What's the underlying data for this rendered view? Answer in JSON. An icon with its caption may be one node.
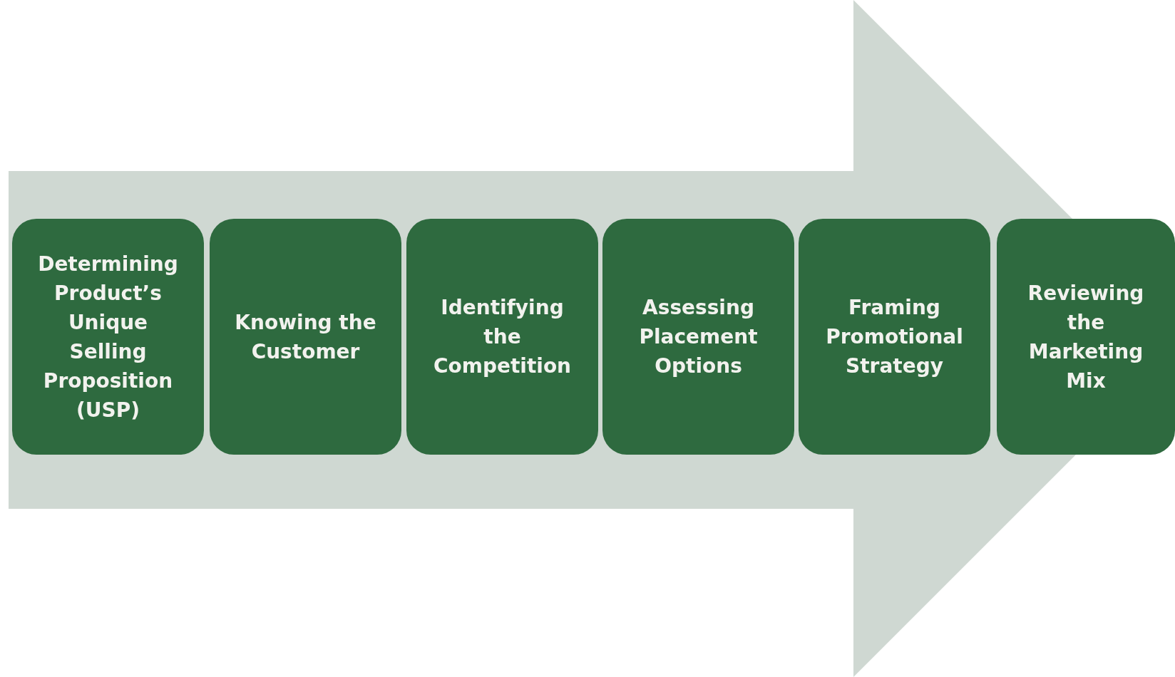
{
  "diagram": {
    "nodes": [
      {
        "text": [
          "Determining Product’s Unique Selling Proposition (USP)"
        ]
      },
      {
        "text": [
          "Knowing the Customer"
        ]
      },
      {
        "text": [
          "Identifying the Competition"
        ]
      },
      {
        "text": [
          "Assessing Placement Options"
        ]
      },
      {
        "text": [
          "Framing Promotional Strategy"
        ]
      },
      {
        "text": [
          "Reviewing the Marketing Mix"
        ]
      }
    ],
    "edges": [
      {
        "from": 0,
        "to": 5,
        "arrow": "to"
      }
    ]
  }
}
